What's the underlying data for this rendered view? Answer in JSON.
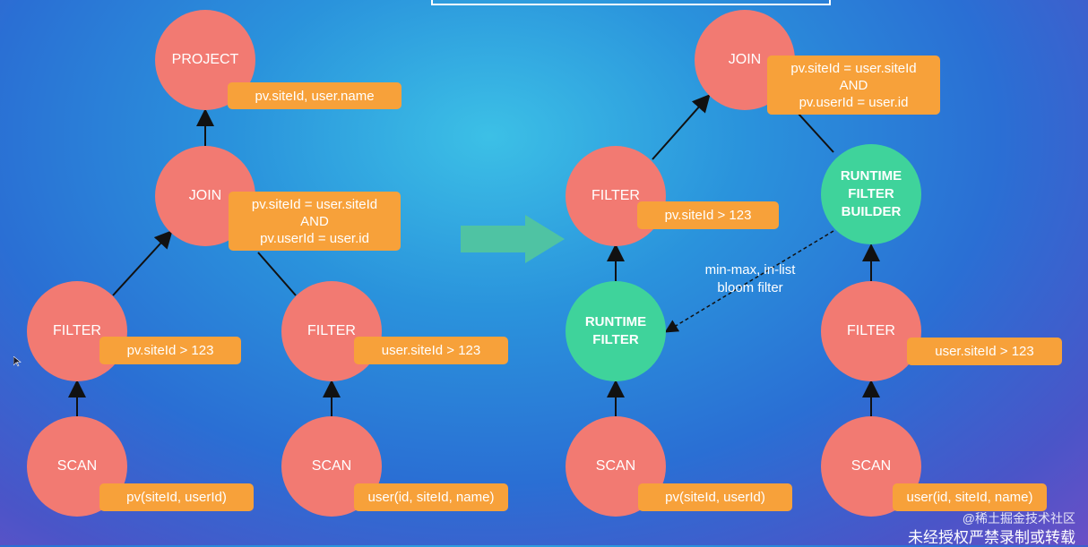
{
  "left_plan": {
    "project": {
      "title": "PROJECT",
      "label": "pv.siteId, user.name"
    },
    "join": {
      "title": "JOIN",
      "cond": [
        "pv.siteId = user.siteId",
        "AND",
        "pv.userId = user.id"
      ]
    },
    "filter_left": {
      "title": "FILTER",
      "label": "pv.siteId > 123"
    },
    "filter_right": {
      "title": "FILTER",
      "label": "user.siteId > 123"
    },
    "scan_left": {
      "title": "SCAN",
      "label": "pv(siteId, userId)"
    },
    "scan_right": {
      "title": "SCAN",
      "label": "user(id, siteId, name)"
    }
  },
  "right_plan": {
    "join": {
      "title": "JOIN",
      "cond": [
        "pv.siteId = user.siteId",
        "AND",
        "pv.userId = user.id"
      ]
    },
    "filter_left": {
      "title": "FILTER",
      "label": "pv.siteId > 123"
    },
    "runtime_filter": {
      "lines": [
        "RUNTIME",
        "FILTER"
      ]
    },
    "runtime_filter_builder": {
      "lines": [
        "RUNTIME",
        "FILTER",
        "BUILDER"
      ]
    },
    "filter_right": {
      "title": "FILTER",
      "label": "user.siteId > 123"
    },
    "scan_left": {
      "title": "SCAN",
      "label": "pv(siteId, userId)"
    },
    "scan_right": {
      "title": "SCAN",
      "label": "user(id, siteId, name)"
    },
    "note": [
      "min-max, in-list",
      "bloom filter"
    ]
  },
  "watermark": {
    "site": "@稀土掘金技术社区",
    "notice": "未经授权严禁录制或转载"
  },
  "colors": {
    "node": "#f27a72",
    "runtime": "#3fd39b",
    "label": "#f7a13a",
    "arrow": "#4fc3a3"
  }
}
